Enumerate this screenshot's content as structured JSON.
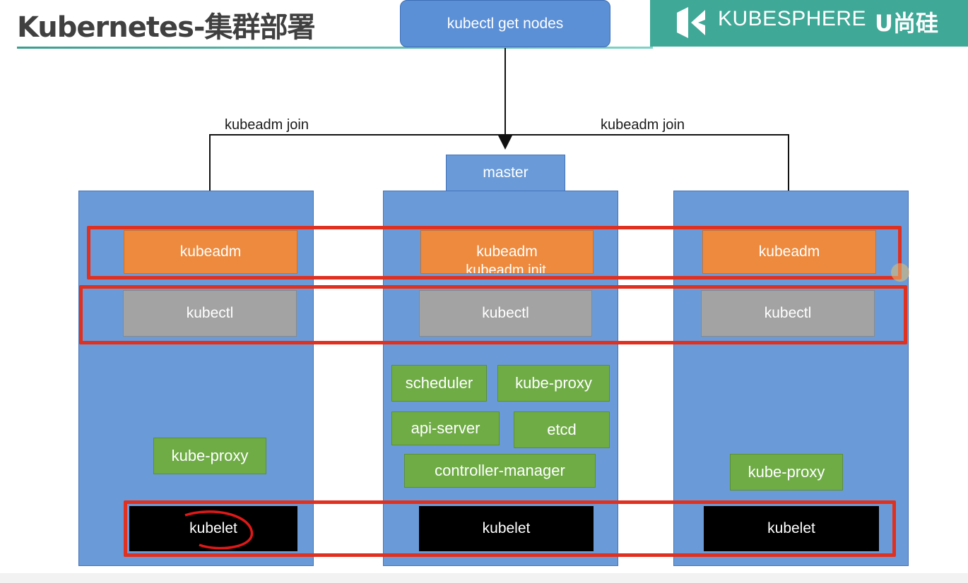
{
  "slide": {
    "title": "Kubernetes-集群部署",
    "brand": "KUBESPHERE",
    "brand_partner": "U尚硅"
  },
  "diagram": {
    "top_command": "kubectl get nodes",
    "join_left": "kubeadm join",
    "join_right": "kubeadm join",
    "master_label": "master",
    "left_node": {
      "kubeadm": "kubeadm",
      "kubectl": "kubectl",
      "proxy": "kube-proxy",
      "kubelet": "kubelet"
    },
    "master_node": {
      "kubeadm": "kubeadm",
      "kubeadm_init": "kubeadm init",
      "kubectl": "kubectl",
      "scheduler": "scheduler",
      "proxy": "kube-proxy",
      "api_server": "api-server",
      "etcd": "etcd",
      "controller_manager": "controller-manager",
      "kubelet": "kubelet"
    },
    "right_node": {
      "kubeadm": "kubeadm",
      "kubectl": "kubectl",
      "proxy": "kube-proxy",
      "kubelet": "kubelet"
    }
  },
  "colors": {
    "node_blue": "#6a9bd8",
    "kubeadm_orange": "#ed8a3e",
    "kubectl_gray": "#a3a3a3",
    "component_green": "#6fac46",
    "highlight_red": "#e03020",
    "brand_teal": "#3fa897"
  }
}
